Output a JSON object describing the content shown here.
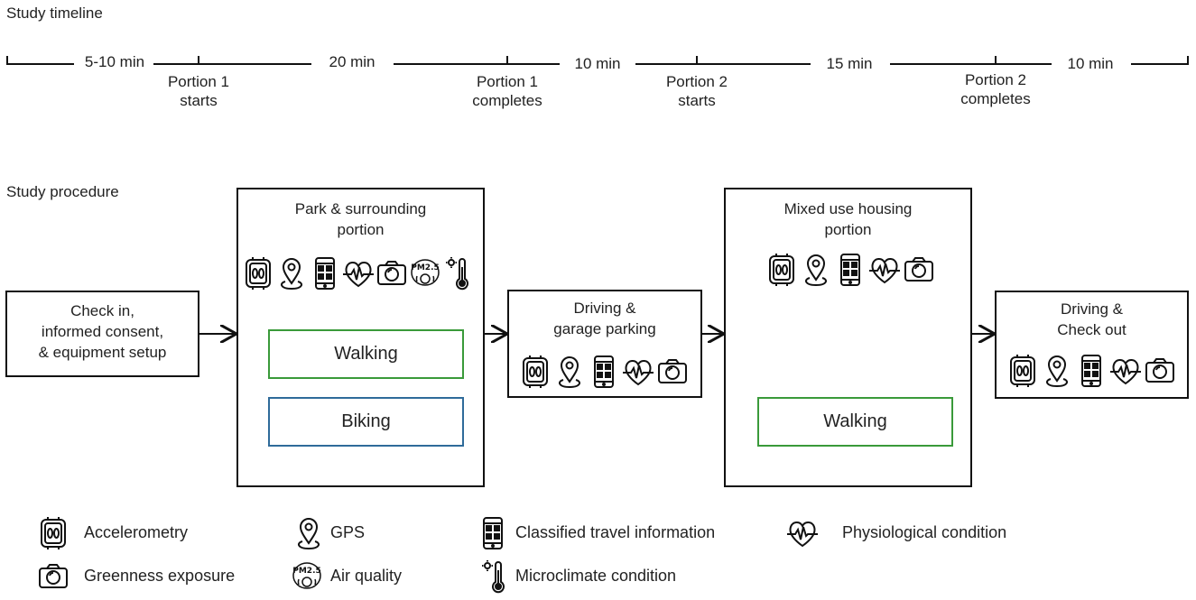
{
  "timeline": {
    "heading": "Study timeline",
    "durations": [
      "5-10 min",
      "20 min",
      "10 min",
      "15 min",
      "10 min"
    ],
    "milestones": [
      {
        "line1": "Portion 1",
        "line2": "starts"
      },
      {
        "line1": "Portion 1",
        "line2": "completes"
      },
      {
        "line1": "Portion 2",
        "line2": "starts"
      },
      {
        "line1": "Portion 2",
        "line2": "completes"
      }
    ]
  },
  "procedure": {
    "heading": "Study procedure",
    "checkin": {
      "lines": [
        "Check in,",
        "informed consent,",
        "& equipment setup"
      ]
    },
    "park": {
      "lines": [
        "Park & surrounding",
        "portion"
      ],
      "activities": [
        "Walking",
        "Biking"
      ],
      "icons": [
        "accelerometry-icon",
        "gps-icon",
        "classified-travel-icon",
        "physiological-icon",
        "greenness-icon",
        "air-quality-icon",
        "microclimate-icon"
      ]
    },
    "driving1": {
      "lines": [
        "Driving &",
        "garage parking"
      ],
      "icons": [
        "accelerometry-icon",
        "gps-icon",
        "classified-travel-icon",
        "physiological-icon",
        "greenness-icon"
      ]
    },
    "mixed": {
      "lines": [
        "Mixed use housing",
        "portion"
      ],
      "activities": [
        "Walking"
      ],
      "icons": [
        "accelerometry-icon",
        "gps-icon",
        "classified-travel-icon",
        "physiological-icon",
        "greenness-icon"
      ]
    },
    "driving2": {
      "lines": [
        "Driving &",
        "Check out"
      ],
      "icons": [
        "accelerometry-icon",
        "gps-icon",
        "classified-travel-icon",
        "physiological-icon",
        "greenness-icon"
      ]
    }
  },
  "legend": [
    {
      "icon": "accelerometry-icon",
      "label": "Accelerometry"
    },
    {
      "icon": "gps-icon",
      "label": "GPS"
    },
    {
      "icon": "classified-travel-icon",
      "label": "Classified travel information"
    },
    {
      "icon": "physiological-icon",
      "label": "Physiological condition"
    },
    {
      "icon": "greenness-icon",
      "label": "Greenness exposure"
    },
    {
      "icon": "air-quality-icon",
      "label": "Air quality"
    },
    {
      "icon": "microclimate-icon",
      "label": "Microclimate condition"
    }
  ],
  "colors": {
    "walking_border": "#3a9a3a",
    "biking_border": "#2f6b9a",
    "line": "#111111"
  }
}
